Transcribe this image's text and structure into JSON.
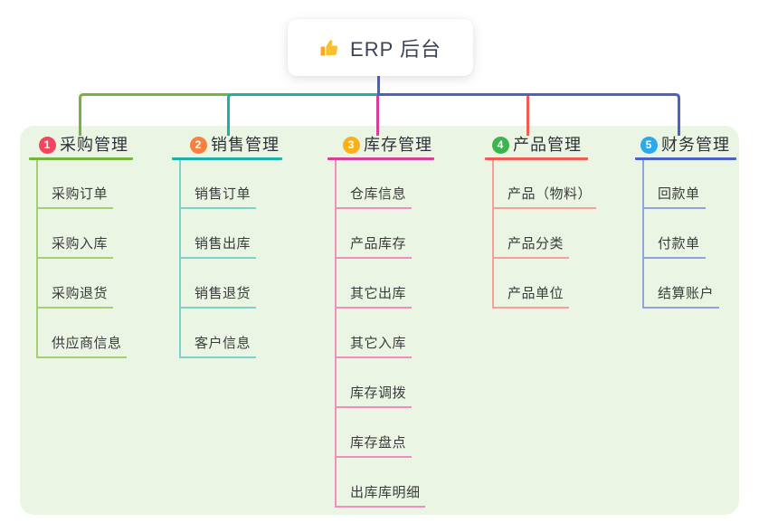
{
  "root": {
    "title": "ERP 后台",
    "icon": "thumbs-up-icon"
  },
  "colors": {
    "root_line": "#4b61c6",
    "panel_bg": "#eaf6e3",
    "root_bg": "#ffffff"
  },
  "branches": [
    {
      "number": "1",
      "title": "采购管理",
      "badge_color": "#f4455f",
      "line_color": "#77b43f",
      "child_line_color": "#a3d077",
      "children": [
        "采购订单",
        "采购入库",
        "采购退货",
        "供应商信息"
      ]
    },
    {
      "number": "2",
      "title": "销售管理",
      "badge_color": "#f9803e",
      "line_color": "#1cb0a8",
      "child_line_color": "#7fd0ca",
      "children": [
        "销售订单",
        "销售出库",
        "销售退货",
        "客户信息"
      ]
    },
    {
      "number": "3",
      "title": "库存管理",
      "badge_color": "#fbb017",
      "line_color": "#d83d97",
      "child_line_color": "#f08ec0",
      "children": [
        "仓库信息",
        "产品库存",
        "其它出库",
        "其它入库",
        "库存调拨",
        "库存盘点",
        "出库库明细"
      ]
    },
    {
      "number": "4",
      "title": "产品管理",
      "badge_color": "#3cb551",
      "line_color": "#f25a52",
      "child_line_color": "#f7a09a",
      "children": [
        "产品（物料）",
        "产品分类",
        "产品单位"
      ]
    },
    {
      "number": "5",
      "title": "财务管理",
      "badge_color": "#2ba9ea",
      "line_color": "#4b61c6",
      "child_line_color": "#8ea3e0",
      "children": [
        "回款单",
        "付款单",
        "结算账户"
      ]
    }
  ]
}
